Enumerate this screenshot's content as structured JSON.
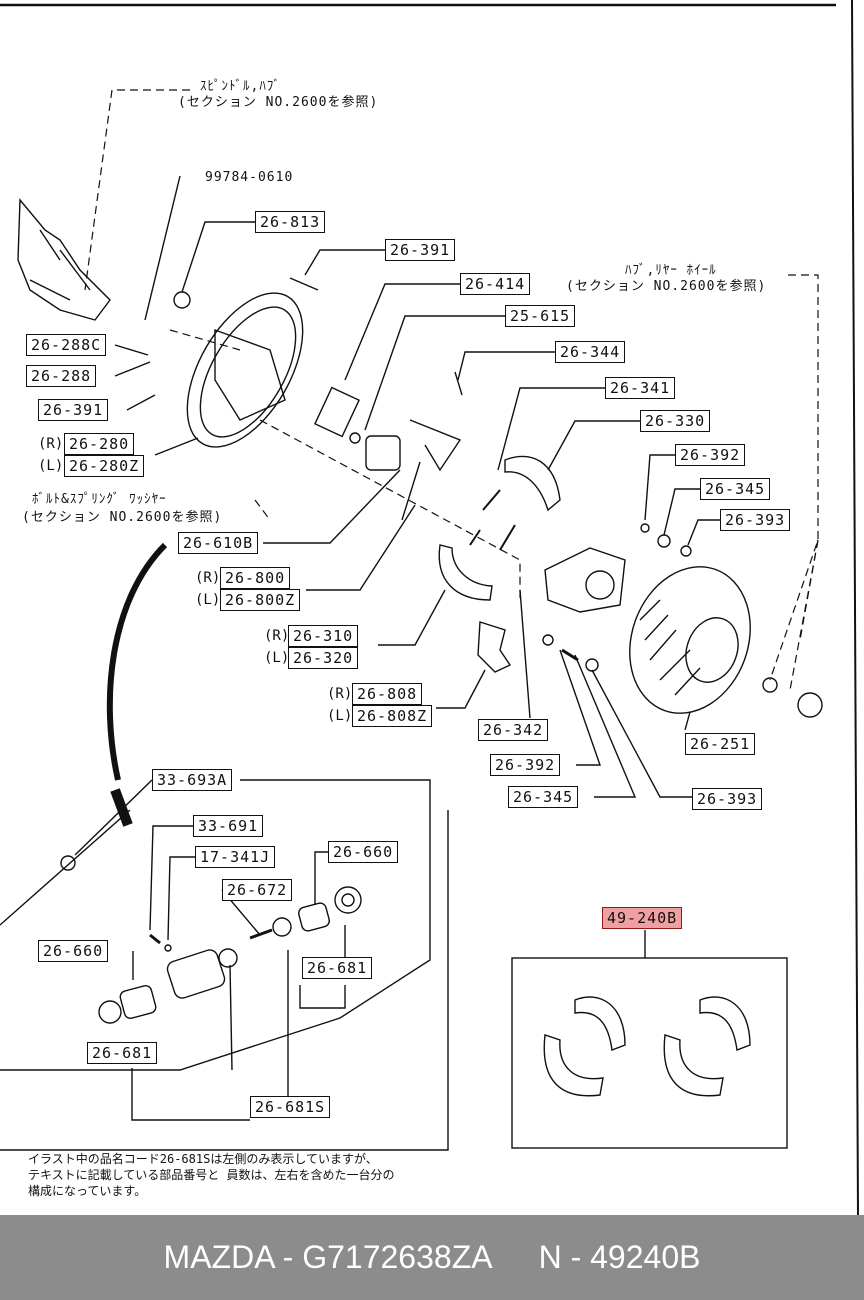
{
  "diagram": {
    "notes": {
      "spindle": "ｽﾋﾟﾝﾄﾞﾙ,ﾊﾌﾞ",
      "spindle_ref": "(セクション NO.2600を参照)",
      "hub": "ﾊﾌﾞ,ﾘﾔｰ ﾎｲｰﾙ",
      "hub_ref": "(セクション NO.2600を参照)",
      "bolt": "ﾎﾞﾙﾄ&ｽﾌﾟﾘﾝｸﾞ ﾜｯｼﾔｰ",
      "bolt_ref": "(セクション NO.2600を参照)",
      "part_99784": "99784-0610"
    },
    "labels": {
      "l_26_813": "26-813",
      "l_26_391_top": "26-391",
      "l_26_414": "26-414",
      "l_25_615": "25-615",
      "l_26_344": "26-344",
      "l_26_341": "26-341",
      "l_26_330": "26-330",
      "l_26_392_r": "26-392",
      "l_26_345_r": "26-345",
      "l_26_393_r": "26-393",
      "l_26_288c": "26-288C",
      "l_26_288": "26-288",
      "l_26_391_l": "26-391",
      "l_26_280": "26-280",
      "l_26_280z": "26-280Z",
      "l_26_610b": "26-610B",
      "l_26_800": "26-800",
      "l_26_800z": "26-800Z",
      "l_26_310": "26-310",
      "l_26_320": "26-320",
      "l_26_808": "26-808",
      "l_26_808z": "26-808Z",
      "l_26_342": "26-342",
      "l_26_251": "26-251",
      "l_26_392_b": "26-392",
      "l_26_345_b": "26-345",
      "l_26_393_b": "26-393",
      "l_33_693a": "33-693A",
      "l_33_691": "33-691",
      "l_17_341j": "17-341J",
      "l_26_660_r": "26-660",
      "l_26_672": "26-672",
      "l_26_660_l": "26-660",
      "l_26_681_r": "26-681",
      "l_26_681_l": "26-681",
      "l_26_681s": "26-681S",
      "l_49_240b": "49-240B"
    },
    "side_marks": {
      "r": "(R)",
      "l": "(L)"
    },
    "bottom_note": {
      "line1": "イラスト中の品名コード26-681Sは左側のみ表示していますが、",
      "line2": "テキストに記載している部品番号と 員数は、左右を含めた一台分の",
      "line3": "構成になっています。"
    }
  },
  "footer": {
    "brand_part": "MAZDA - G7172638ZA",
    "oem_part": "N - 49240B"
  },
  "colors": {
    "highlight": "#f0a0a0",
    "footer_bg": "#8c8c8c",
    "footer_text": "#ffffff"
  }
}
